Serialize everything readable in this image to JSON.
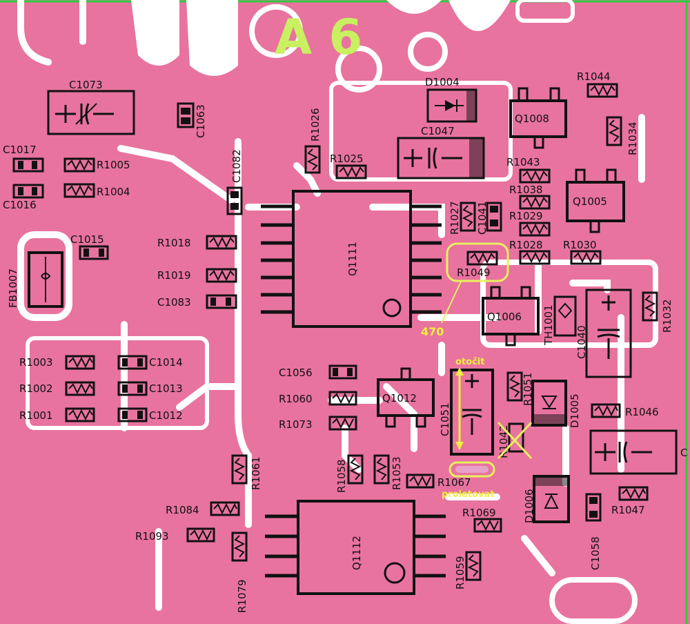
{
  "board_title": "A 6",
  "components": {
    "C1073": "C1073",
    "C1063": "C1063",
    "C1017": "C1017",
    "C1016": "C1016",
    "R1005": "R1005",
    "R1004": "R1004",
    "C1082": "C1082",
    "R1026_top": "R1026",
    "R1025": "R1025",
    "D1004": "D1004",
    "C1047": "C1047",
    "R1044": "R1044",
    "Q1008": "Q1008",
    "R1034": "R1034",
    "R1043": "R1043",
    "R1038": "R1038",
    "Q1005": "Q1005",
    "R1027": "R1027",
    "C1041": "C1041",
    "R1029": "R1029",
    "R1028": "R1028",
    "R1030": "R1030",
    "C1015": "C1015",
    "FB1007": "FB1007",
    "R1018": "R1018",
    "R1019": "R1019",
    "C1083": "C1083",
    "Q1111": "Q1111",
    "R1049": "R1049",
    "Q1006": "Q1006",
    "TH1001": "TH1001",
    "C1040": "C1040",
    "R1032": "R1032",
    "R1003": "R1003",
    "C1014": "C1014",
    "R1002": "R1002",
    "C1013": "C1013",
    "R1001": "R1001",
    "C1012": "C1012",
    "C1056": "C1056",
    "R1060": "R1060",
    "R1073": "R1073",
    "Q1012": "Q1012",
    "C1051": "C1051",
    "R1051": "R1051",
    "D1005": "D1005",
    "R1046": "R1046",
    "R1042": "R1042",
    "R1061": "R1061",
    "R1058": "R1058",
    "R1053": "R1053",
    "R1067": "R1067",
    "D1006": "D1006",
    "C1058": "C1058",
    "R1047": "R1047",
    "R1084": "R1084",
    "R1093": "R1093",
    "Q1112": "Q1112",
    "R1069": "R1069",
    "R1059": "R1059",
    "R1079": "R1079",
    "C_edge": "C"
  },
  "annotations": {
    "value_470": "470",
    "otocit": "otočit",
    "proletovat": "proletovat"
  },
  "colors": {
    "board": "#e8739e",
    "copper": "#ffffff",
    "annotation": "#f0f040",
    "title": "#c8f060",
    "edge": "#2ecc40"
  }
}
